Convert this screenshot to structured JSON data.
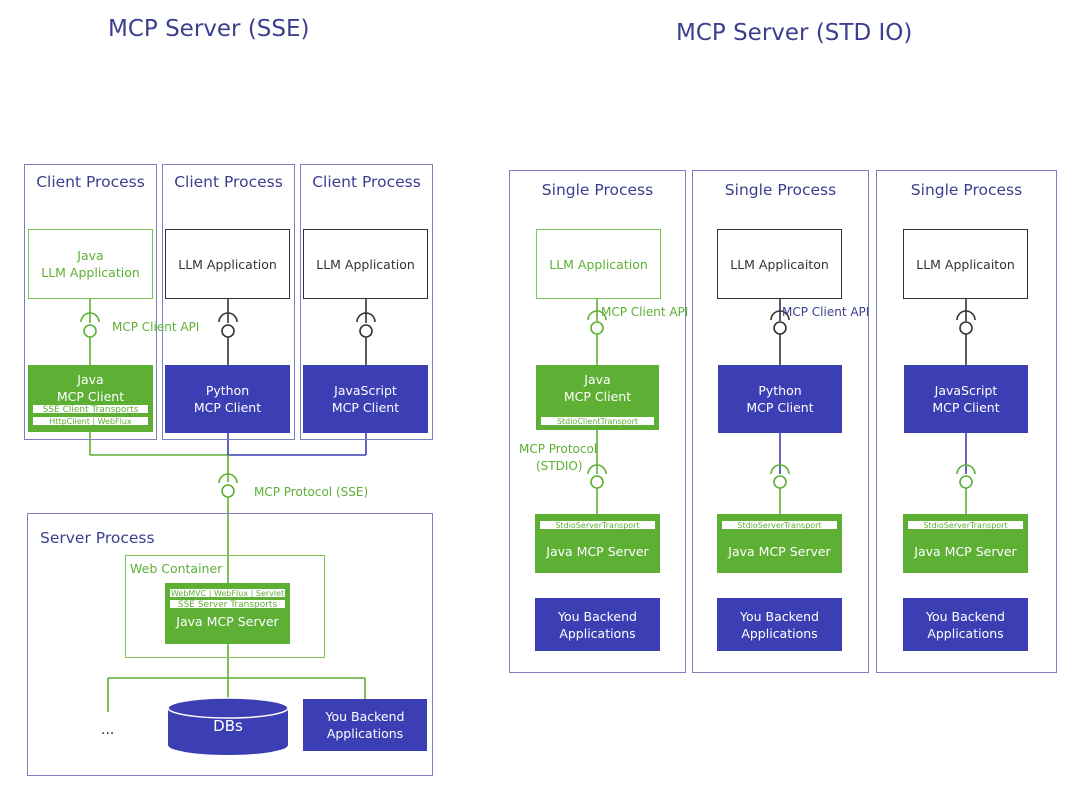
{
  "sse": {
    "title": "MCP Server (SSE)",
    "clients": [
      {
        "process_label": "Client Process",
        "app_line1": "Java",
        "app_line2": "LLM Application",
        "client_line1": "Java",
        "client_line2": "MCP Client",
        "transport_label": "SSE Client Transports",
        "transport_options": "HttpClient | WebFlux"
      },
      {
        "process_label": "Client Process",
        "app_label": "LLM Application",
        "client_line1": "Python",
        "client_line2": "MCP Client"
      },
      {
        "process_label": "Client Process",
        "app_label": "LLM Application",
        "client_line1": "JavaScript",
        "client_line2": "MCP Client"
      }
    ],
    "client_api_label": "MCP Client API",
    "protocol_label": "MCP Protocol (SSE)",
    "server_process_label": "Server Process",
    "web_container_label": "Web Container",
    "server_options": "WebMVC | WebFlux | Servlet",
    "server_transport_label": "SSE Server Transports",
    "server_label": "Java MCP Server",
    "ellipsis": "...",
    "db_label": "DBs",
    "backend_line1": "You Backend",
    "backend_line2": "Applications"
  },
  "stdio": {
    "title": "MCP Server (STD IO)",
    "columns": [
      {
        "process_label": "Single Process",
        "app_label": "LLM Application",
        "client_line1": "Java",
        "client_line2": "MCP Client",
        "client_transport": "StdioClientTransport",
        "server_transport": "StdioServerTransport",
        "server_label": "Java MCP Server",
        "backend_line1": "You Backend",
        "backend_line2": "Applications"
      },
      {
        "process_label": "Single Process",
        "app_label": "LLM Applicaiton",
        "client_line1": "Python",
        "client_line2": "MCP Client",
        "server_transport": "StdioServerTransport",
        "server_label": "Java MCP Server",
        "backend_line1": "You Backend",
        "backend_line2": "Applications"
      },
      {
        "process_label": "Single Process",
        "app_label": "LLM Applicaiton",
        "client_line1": "JavaScript",
        "client_line2": "MCP Client",
        "server_transport": "StdioServerTransport",
        "server_label": "Java MCP Server",
        "backend_line1": "You Backend",
        "backend_line2": "Applications"
      }
    ],
    "client_api_label_1": "MCP Client API",
    "client_api_label_2": "MCP Client API",
    "protocol_line1": "MCP Protocol",
    "protocol_line2": "(STDIO)"
  },
  "colors": {
    "green": "#5db034",
    "blue": "#3c3fb3",
    "title": "#3c3f8e"
  }
}
